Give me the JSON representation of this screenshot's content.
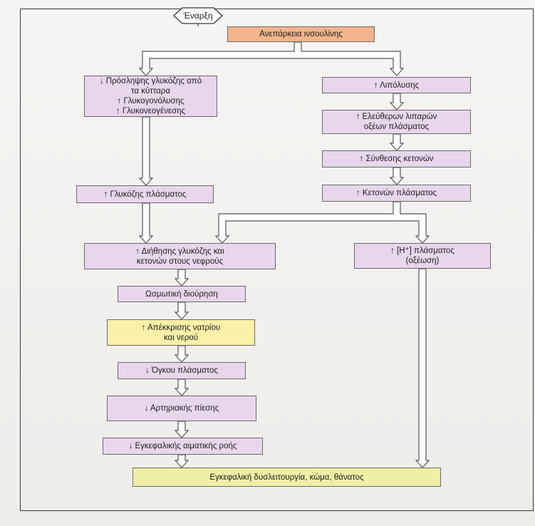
{
  "diagram": {
    "start": "Έναρξη",
    "nodes": {
      "insulin": "Ανεπάρκεια ινσουλίνης",
      "uptake": "↓ Πρόσληψης γλυκόζης από\nτα κύτταρα\n↑ Γλυκογονόλυσης\n↑ Γλυκονεογένεσης",
      "lipolysis": "↑ Λιπόλυσης",
      "ffa": "↑ Ελεύθερων λιπαρών\nοξέων πλάσματος",
      "ketone_synthesis": "↑ Σύνθεσης κετονών",
      "glucose_plasma": "↑ Γλυκόζης πλάσματος",
      "ketones_plasma": "↑ Κετονών πλάσματος",
      "filtration": "↑ Διήθησης γλυκόζης και\nκετονών στους νεφρούς",
      "h_plasma": "↑ [H⁺] πλάσματος\n(οξέωση)",
      "osmotic": "Ωσμωτική διούρηση",
      "excretion": "↑ Απέκκρισης νατρίου\nκαι νερού",
      "volume": "↓ Όγκου πλάσματος",
      "pressure": "↓ Αρτηριακής πίεσης",
      "cerebral_flow": "↓ Εγκεφαλικής αιματικής ροής",
      "outcome": "Εγκεφαλική δυσλειτουργία, κώμα, θάνατος"
    },
    "colors": {
      "default_box": "#e8d6ec",
      "insulin_box": "#f2b48c",
      "excretion_box": "#fbf0a8",
      "outcome_box": "#eef0a6",
      "arrow_outline": "#555555",
      "arrow_fill": "#ffffff"
    }
  }
}
